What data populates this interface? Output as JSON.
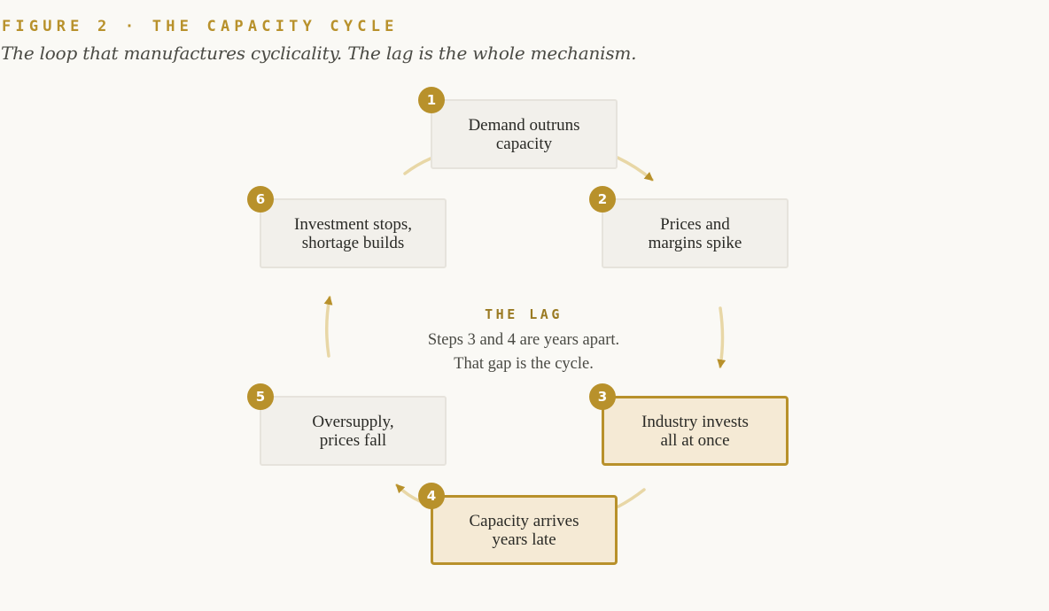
{
  "figure": {
    "label": "FIGURE 2 · THE CAPACITY CYCLE",
    "caption": "The loop that manufactures cyclicality. The lag is the whole mechanism."
  },
  "colors": {
    "accent": "#b8912b",
    "arrow": "#e8d7a6",
    "arrowhead": "#b8912b",
    "node_fill": "#f2f0eb",
    "node_highlight_fill": "#f5ead5",
    "background": "#faf9f5"
  },
  "steps": [
    {
      "number": "1",
      "label": "Demand outruns\ncapacity",
      "highlighted": false
    },
    {
      "number": "2",
      "label": "Prices and\nmargins spike",
      "highlighted": false
    },
    {
      "number": "3",
      "label": "Industry invests\nall at once",
      "highlighted": true
    },
    {
      "number": "4",
      "label": "Capacity arrives\nyears late",
      "highlighted": true
    },
    {
      "number": "5",
      "label": "Oversupply,\nprices fall",
      "highlighted": false
    },
    {
      "number": "6",
      "label": "Investment stops,\nshortage builds",
      "highlighted": false
    }
  ],
  "lag": {
    "title": "THE LAG",
    "line1": "Steps 3 and 4 are years apart.",
    "line2": "That gap is the cycle."
  }
}
